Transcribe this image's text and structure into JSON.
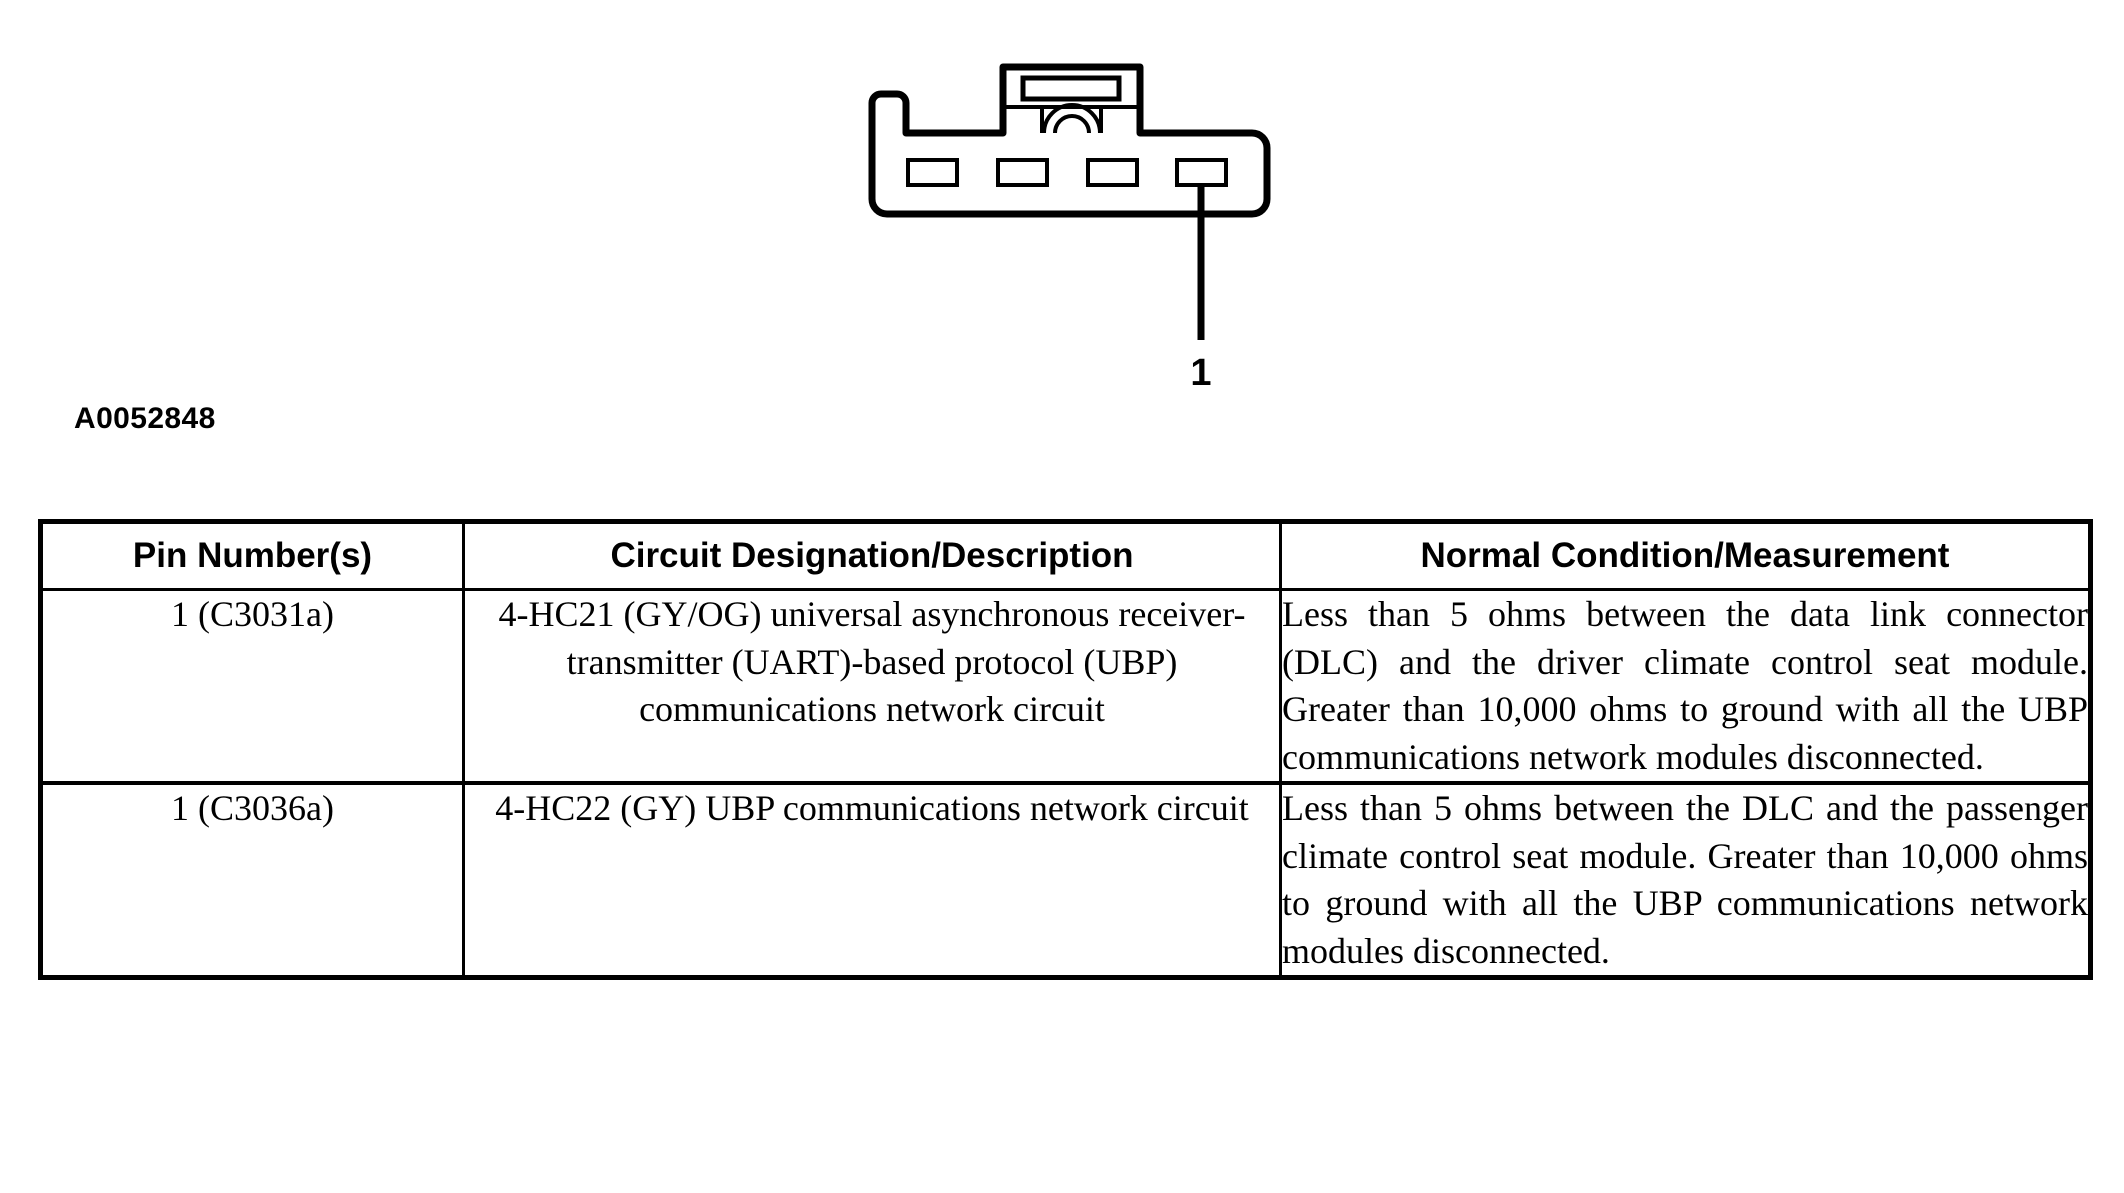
{
  "figure": {
    "id_label": "A0052848",
    "pin_callout": "1",
    "connector": {
      "cavity_count": 4,
      "latch_slot_icon": "rectangular-latch-slot",
      "keyway_icon": "arched-keyway"
    }
  },
  "table": {
    "headers": [
      "Pin Number(s)",
      "Circuit Designation/Description",
      "Normal Condition/Measurement"
    ],
    "rows": [
      {
        "pin": "1 (C3031a)",
        "description": "4-HC21 (GY/OG) universal asynchronous receiver-transmitter (UART)-based protocol (UBP) communications network circuit",
        "measurement": "Less than 5 ohms between the data link connector (DLC) and the driver climate control seat module. Greater than 10,000 ohms to ground with all the UBP communications network modules disconnected."
      },
      {
        "pin": "1 (C3036a)",
        "description": "4-HC22 (GY) UBP communications network circuit",
        "measurement": "Less than 5 ohms between the DLC and the passenger climate control seat module. Greater than 10,000 ohms to ground with all the UBP communications network modules disconnected."
      }
    ]
  },
  "colors": {
    "ink": "#000000",
    "paper": "#ffffff"
  }
}
